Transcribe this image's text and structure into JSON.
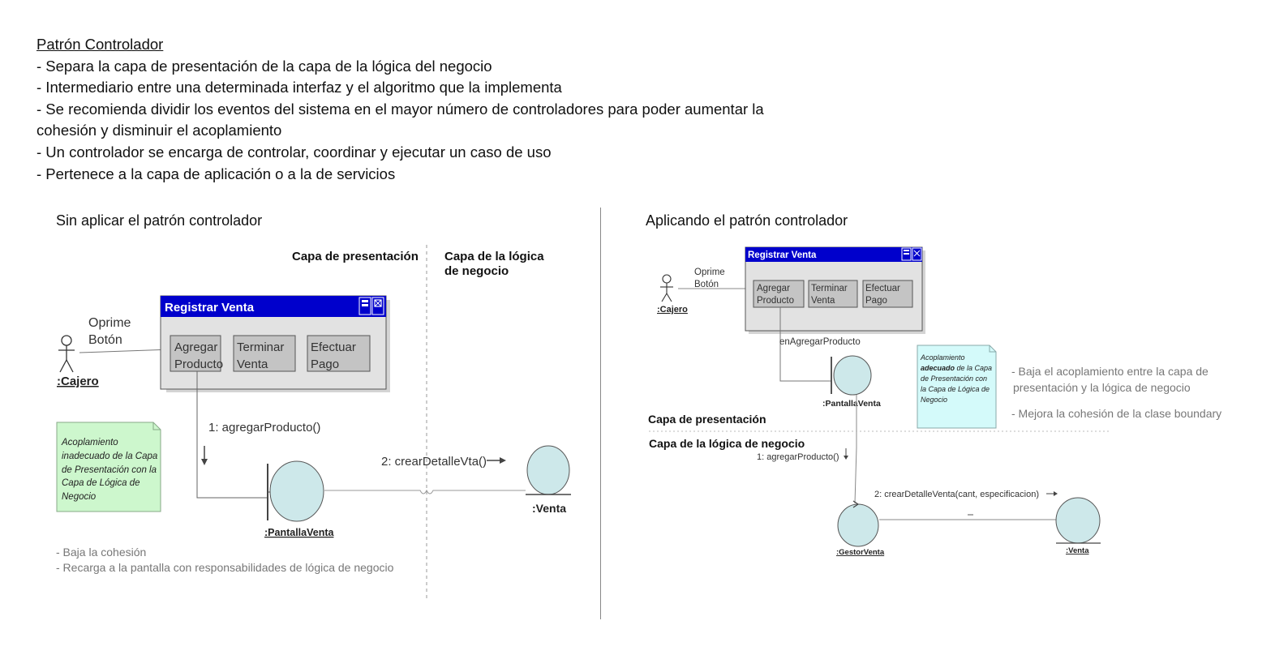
{
  "intro": {
    "title": "Patrón Controlador",
    "lines": [
      "- Separa la capa de presentación de la capa de la lógica del negocio",
      "- Intermediario entre una determinada interfaz y el algoritmo que la implementa",
      "- Se recomienda dividir los eventos del sistema en el mayor número de controladores para poder aumentar la",
      "cohesión y disminuir el acoplamiento",
      "- Un controlador se encarga de controlar, coordinar y ejecutar un caso de uso",
      "- Pertenece a la capa de aplicación o a la de servicios"
    ]
  },
  "left": {
    "heading": "Sin aplicar el patrón controlador",
    "layer_presentation": "Capa de presentación",
    "layer_logic_1": "Capa de la lógica",
    "layer_logic_2": "de negocio",
    "actor_label": ":Cajero",
    "actor_msg_1": "Oprime",
    "actor_msg_2": "Botón",
    "window_title": "Registrar Venta",
    "buttons": [
      {
        "l1": "Agregar",
        "l2": "Producto"
      },
      {
        "l1": "Terminar",
        "l2": "Venta"
      },
      {
        "l1": "Efectuar",
        "l2": "Pago"
      }
    ],
    "msg1": "1: agregarProducto()",
    "msg2": "2: crearDetalleVta()",
    "boundary_label": ":PantallaVenta",
    "entity_label": ":Venta",
    "note_lines": [
      "Acoplamiento",
      "inadecuado de la Capa",
      "de Presentación con la",
      "Capa de Lógica de",
      "Negocio"
    ],
    "bullets": [
      "- Baja la cohesión",
      "- Recarga a la pantalla con responsabilidades de lógica de negocio"
    ]
  },
  "right": {
    "heading": "Aplicando el patrón controlador",
    "actor_label": ":Cajero",
    "actor_msg_1": "Oprime",
    "actor_msg_2": "Botón",
    "window_title": "Registrar Venta",
    "buttons": [
      {
        "l1": "Agregar",
        "l2": "Producto"
      },
      {
        "l1": "Terminar",
        "l2": "Venta"
      },
      {
        "l1": "Efectuar",
        "l2": "Pago"
      }
    ],
    "event_label": "enAgregarProducto",
    "boundary_label": ":PantallaVenta",
    "layer_presentation": "Capa de presentación",
    "layer_logic": "Capa de la lógica de negocio",
    "msg1": "1: agregarProducto()",
    "msg2": "2: crearDetalleVenta(cant, especificacion)",
    "control_label": ":GestorVenta",
    "entity_label": ":Venta",
    "note_l1": "Acoplamiento",
    "note_l2_bold": "adecuado",
    "note_l2_rest": " de la Capa",
    "note_l3": "de Presentación con",
    "note_l4": "la Capa de Lógica de",
    "note_l5": "Negocio",
    "bullets": [
      "- Baja el acoplamiento entre la capa de",
      "presentación y la lógica de negocio",
      "- Mejora la cohesión de la clase boundary"
    ]
  }
}
